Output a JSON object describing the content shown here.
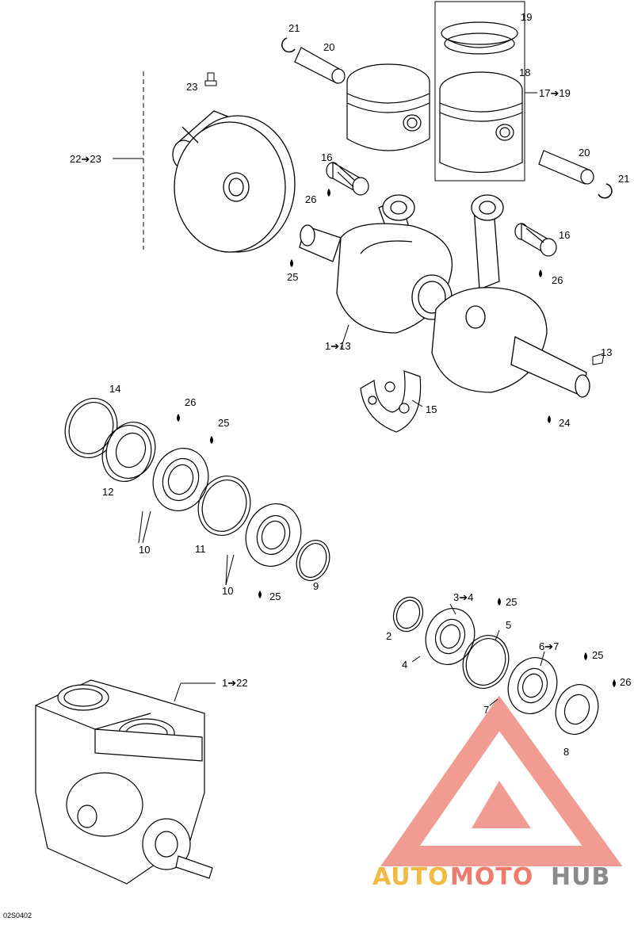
{
  "labels": {
    "l21a": "21",
    "l20a": "20",
    "l19": "19",
    "l18": "18",
    "l17_19": "17➔19",
    "l23": "23",
    "l22_23": "22➔23",
    "l16a": "16",
    "l26a": "26",
    "l20b": "20",
    "l21b": "21",
    "l16b": "16",
    "l26b": "26",
    "l25a": "25",
    "l1_13": "1➔13",
    "l13": "13",
    "l24": "24",
    "l15": "15",
    "l14": "14",
    "l26c": "26",
    "l25b": "25",
    "l12": "12",
    "l10a": "10",
    "l11": "11",
    "l10b": "10",
    "l25c": "25",
    "l9": "9",
    "l3_4": "3➔4",
    "l25d": "25",
    "l2": "2",
    "l5": "5",
    "l4": "4",
    "l6_7": "6➔7",
    "l25e": "25",
    "l26d": "26",
    "l7": "7",
    "l8": "8",
    "l1_22": "1➔22"
  },
  "figure_code": "02S0402",
  "watermark": {
    "part1": "AUTO",
    "part2": "MOTO",
    "part3": "HUB"
  }
}
